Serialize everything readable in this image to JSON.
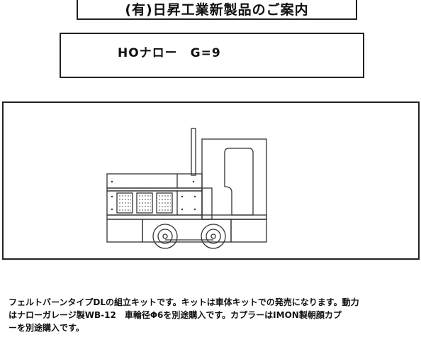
{
  "header": {
    "title": "(有)日昇工業新製品のご案内"
  },
  "product": {
    "scale_line": "HOナロー　G=9"
  },
  "description": {
    "line1": "フェルトバーンタイプDLの組立キットです。キットは車体キットでの発売になります。動力",
    "line2": "はナローガレージ製WB-12　車輪径Φ6を別途購入です。カプラーはIMON製朝顔カプ",
    "line3": "ーを別途購入です。"
  },
  "colors": {
    "line": "#333333",
    "paper": "#ffffff"
  }
}
